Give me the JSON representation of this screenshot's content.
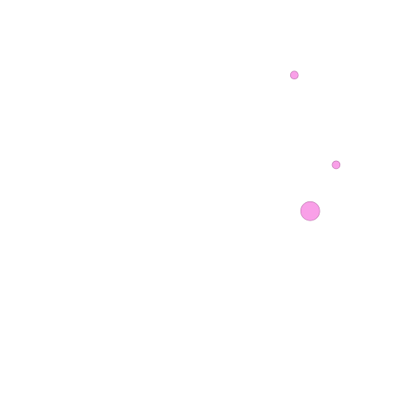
{
  "chart_data": {
    "type": "scatter",
    "xlim": [
      0,
      100
    ],
    "ylim": [
      0,
      100
    ],
    "grid": false,
    "points": [
      {
        "x": 72.5,
        "y": 81.5,
        "size": 5
      },
      {
        "x": 82.8,
        "y": 59.4,
        "size": 5
      },
      {
        "x": 76.4,
        "y": 48.0,
        "size": 12
      }
    ]
  },
  "colors": {
    "marker_fill": "#f9a0e8",
    "marker_stroke": "#b56aa6",
    "background": "#ffffff"
  }
}
